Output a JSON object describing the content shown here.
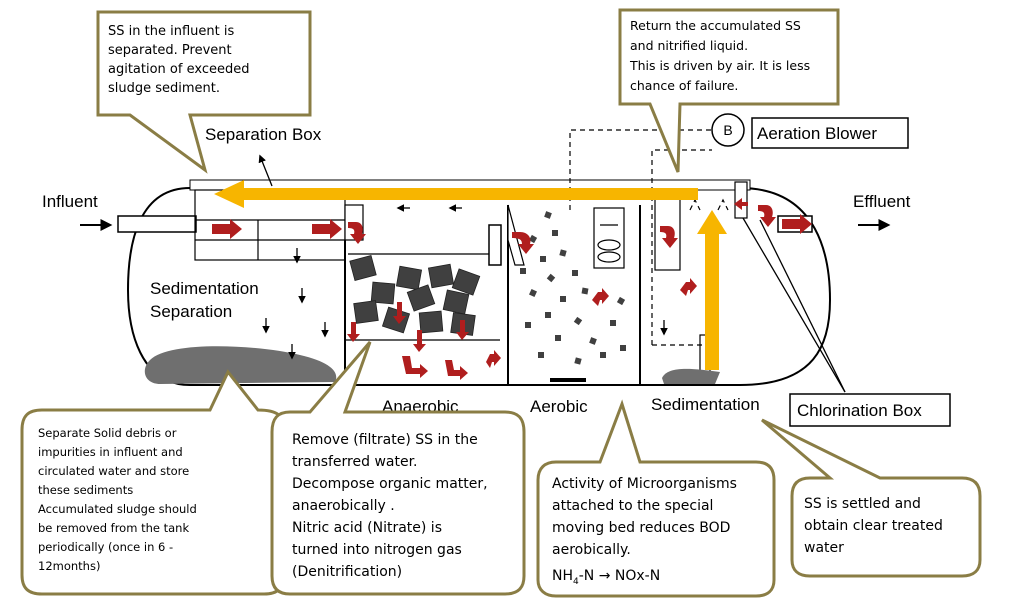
{
  "labels": {
    "influent": "Influent",
    "effluent": "Effluent",
    "separation_box": "Separation Box",
    "aeration_blower": "Aeration Blower",
    "blower_symbol": "B",
    "sedimentation_separation_1": "Sedimentation",
    "sedimentation_separation_2": "Separation",
    "anaerobic": "Anaerobic",
    "aerobic": "Aerobic",
    "sedimentation": "Sedimentation",
    "chlorination_box": "Chlorination Box"
  },
  "notes": {
    "separation": [
      "SS in the influent is",
      "separated. Prevent",
      "agitation of exceeded",
      "sludge sediment."
    ],
    "return": [
      "Return the accumulated SS",
      "and nitrified liquid.",
      "This is driven by air.  It is less",
      "chance of failure."
    ],
    "sediment": [
      "Separate Solid debris or",
      "impurities in influent and",
      "circulated water and store",
      "these sediments",
      "Accumulated sludge should",
      "be removed from the tank",
      "periodically (once in 6 -",
      "12months)"
    ],
    "anaerobic": [
      "Remove (filtrate) SS in the",
      "transferred water.",
      "Decompose organic matter,",
      "anaerobically .",
      "Nitric acid (Nitrate) is",
      "turned into nitrogen gas",
      "(Denitrification)"
    ],
    "aerobic": [
      "Activity of Microorganisms",
      "attached to the special",
      "moving bed reduces BOD",
      "aerobically."
    ],
    "aerobic_formula": {
      "nh": "NH",
      "sub": "4",
      "rest": "-N → NOx-N"
    },
    "settle": [
      "SS is settled and",
      "obtain clear treated",
      "water"
    ]
  },
  "colors": {
    "callout_border": "#8a7d45",
    "return_arrow": "#f7b500",
    "flow_arrow": "#b01e1e",
    "sludge": "#6f6f6f",
    "media": "#404040"
  }
}
